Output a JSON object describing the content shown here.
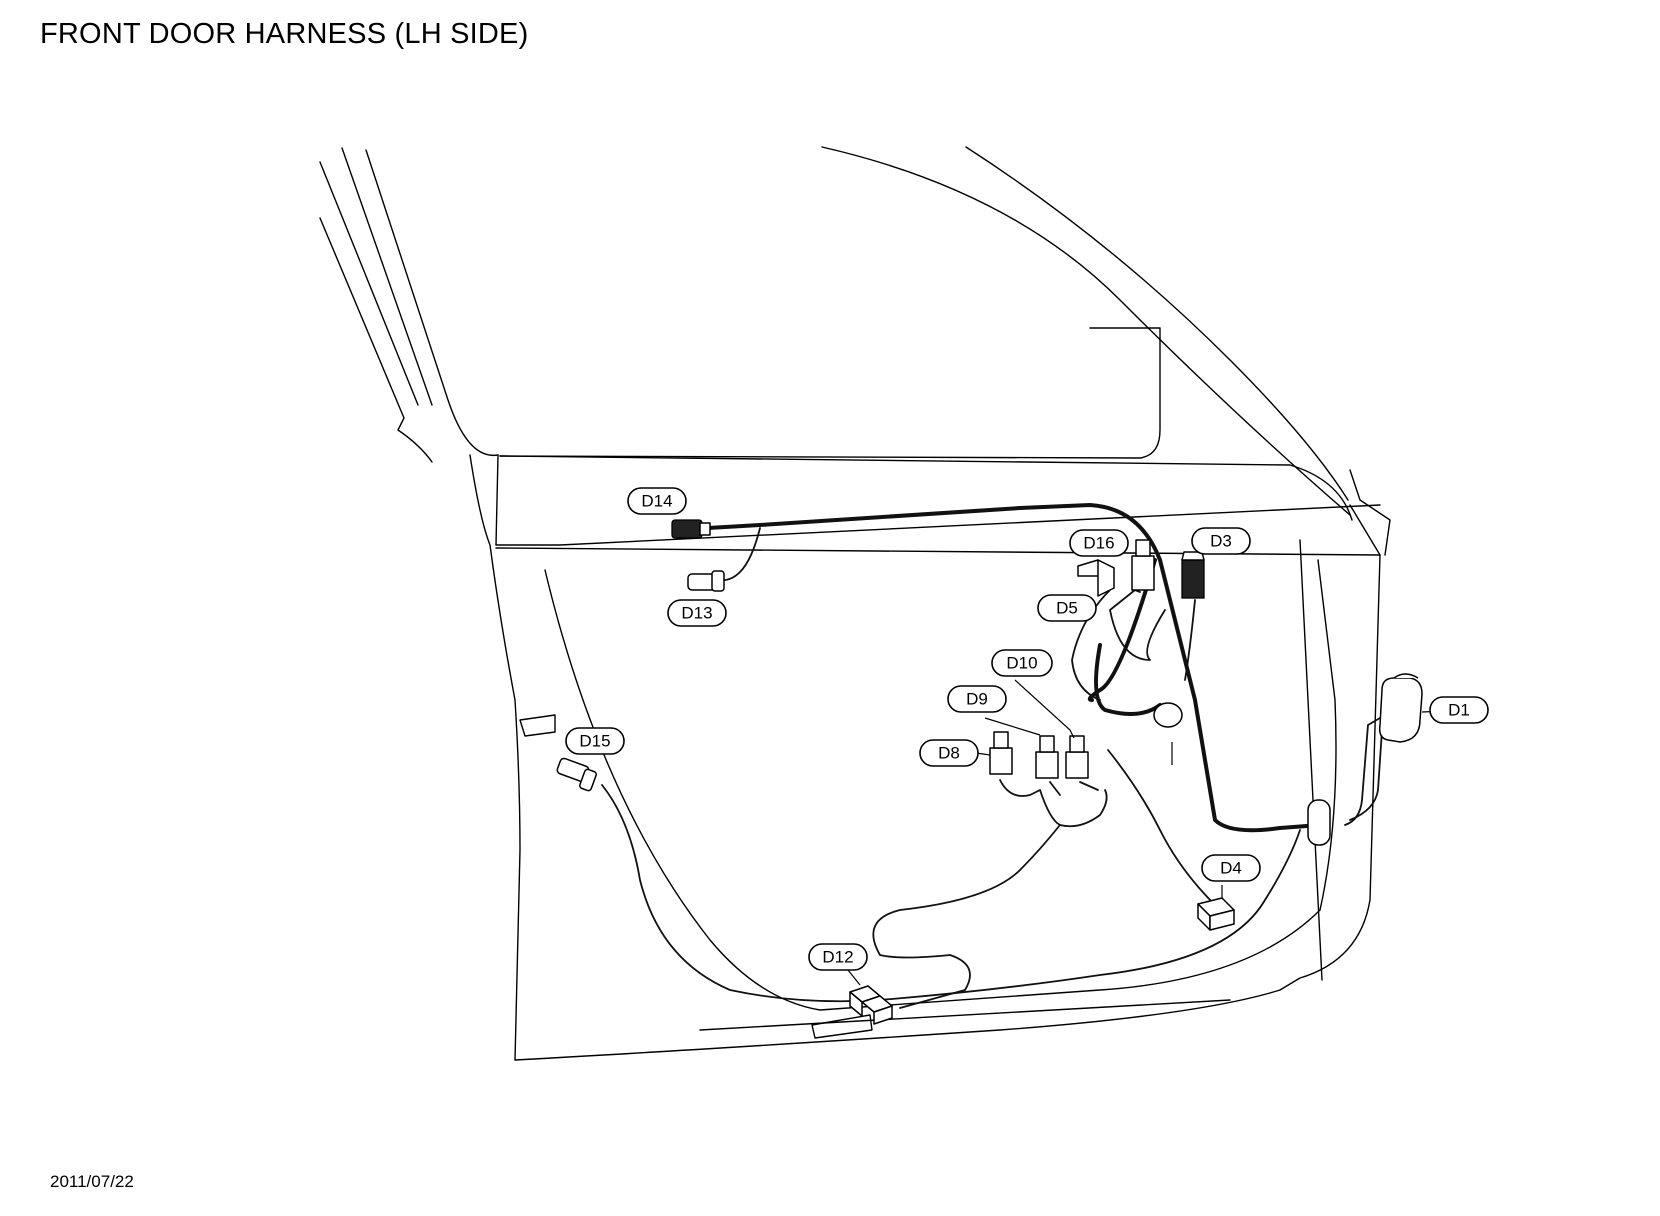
{
  "title": "FRONT DOOR HARNESS (LH SIDE)",
  "date": "2011/07/22",
  "connectors": {
    "d1": "D1",
    "d3": "D3",
    "d4": "D4",
    "d5": "D5",
    "d8": "D8",
    "d9": "D9",
    "d10": "D10",
    "d12": "D12",
    "d13": "D13",
    "d14": "D14",
    "d15": "D15",
    "d16": "D16"
  }
}
